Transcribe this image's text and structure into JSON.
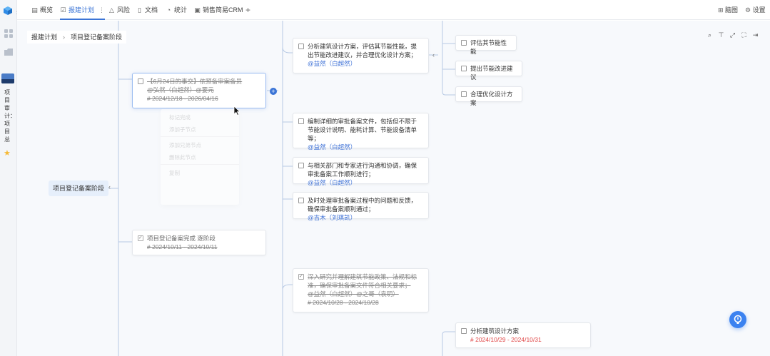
{
  "sidebar": {
    "project_name": "项目审计：项目总",
    "accent": "#3b74d6",
    "star_color": "#f6b935"
  },
  "tabs": [
    {
      "label": "概览",
      "icon": "overview-icon"
    },
    {
      "label": "报建计划",
      "icon": "plan-icon",
      "active": true
    },
    {
      "label": "风险",
      "icon": "risk-icon"
    },
    {
      "label": "文档",
      "icon": "doc-icon"
    },
    {
      "label": "统计",
      "icon": "stats-icon"
    },
    {
      "label": "销售简易CRM",
      "icon": "crm-icon"
    }
  ],
  "topright": {
    "view_label": "脑图",
    "settings_label": "设置"
  },
  "breadcrumb": {
    "root": "报建计划",
    "current": "项目登记备案阶段"
  },
  "mindmap": {
    "root": "项目登记备案阶段",
    "node_a": {
      "title": "【6月24日的事交】依预备审案备员",
      "meta": "@弘然（白超然）@要元",
      "dates": "# 2024/12/18 - 2026/04/16"
    },
    "node_b": {
      "title": "项目登记备案完成 逐阶段",
      "dates": "# 2024/10/11 - 2024/10/11"
    },
    "node_c": {
      "title": "分析建筑设计方案，评估其节能性能，提出节能改进建议，并合理优化设计方案；",
      "mention": "@益然（白超然）"
    },
    "node_d": {
      "title": "编制详细的审批备案文件，包括但不限于节能设计说明、能耗计算、节能设备清单等；",
      "mention": "@益然（白超然）"
    },
    "node_e": {
      "title": "与相关部门和专家进行沟通和协调，确保审批备案工作顺利进行；",
      "mention": "@益然（白超然）"
    },
    "node_f": {
      "title": "及时处理审批备案过程中的问题和反馈，确保审批备案顺利通过；",
      "mention": "@吉木（刘琪凯）"
    },
    "node_g": {
      "title": "深入研究并理解建筑节能政策、法规和标准，确保审批备案文件符合相关要求；",
      "meta": "@益然（白超然）@之哥（袁玥）",
      "dates": "# 2024/10/28 - 2024/10/28"
    },
    "leaf_1": "评估其节能性能",
    "leaf_2": "提出节能改进建议",
    "leaf_3": "合理优化设计方案",
    "leaf_4": {
      "title": "分析建筑设计方案",
      "dates": "# 2024/10/29 - 2024/10/31"
    }
  },
  "ghost_menu": [
    "标记完成",
    "添加子节点",
    "添加兄弟节点",
    "删除此节点",
    "复制"
  ]
}
